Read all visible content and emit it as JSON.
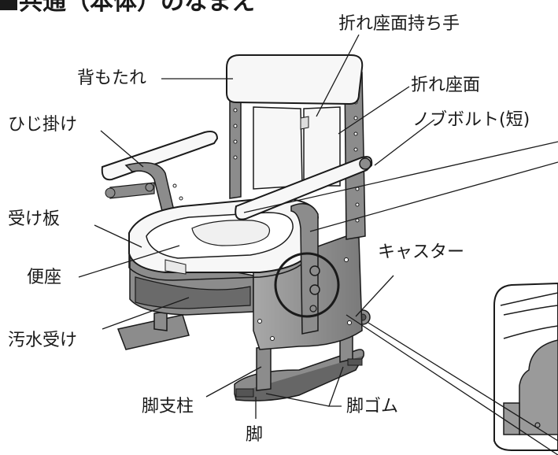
{
  "title": "共通（本体）のなまえ",
  "labels": {
    "folding_seat_handle": "折れ座面持ち手",
    "folding_seat": "折れ座面",
    "backrest": "背もたれ",
    "knob_bolt_short": "ノブボルト(短)",
    "armrest": "ひじ掛け",
    "receiving_plate": "受け板",
    "caster": "キャスター",
    "toilet_seat": "便座",
    "waste_receptacle": "汚水受け",
    "leg_post": "脚支柱",
    "leg_rubber": "脚ゴム",
    "leg": "脚"
  },
  "colors": {
    "ink": "#1a1a1a",
    "frame_gray": "#8c8c8c",
    "seat_white": "#f7f7f7",
    "shadow": "#555555",
    "inset_gray": "#9a9a9a"
  }
}
